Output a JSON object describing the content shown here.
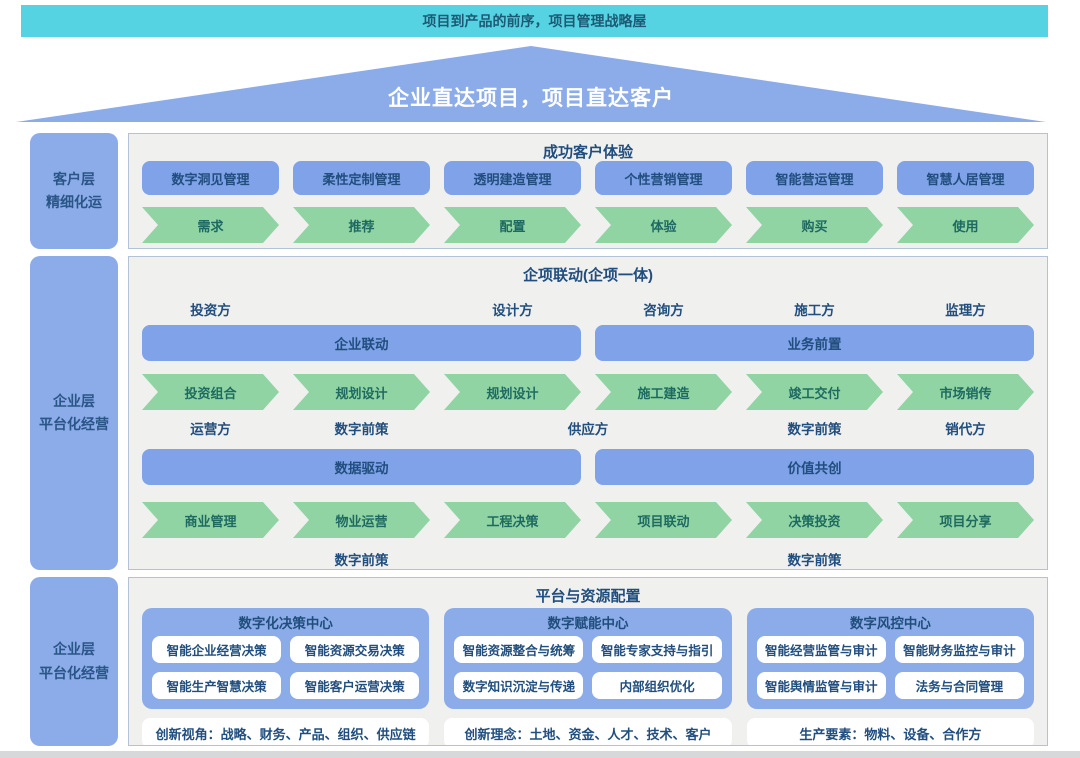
{
  "banner": {
    "text": "项目到产品的前序，项目管理战略屋"
  },
  "roof": {
    "text": "企业直达项目，项目直达客户"
  },
  "sidebar": {
    "items": [
      {
        "line1": "客户层",
        "line2": "精细化运"
      },
      {
        "line1": "企业层",
        "line2": "平台化经营"
      },
      {
        "line1": "企业层",
        "line2": "平台化经营"
      }
    ]
  },
  "section1": {
    "title": "成功客户体验",
    "buttons": [
      "数字洞见管理",
      "柔性定制管理",
      "透明建造管理",
      "个性营销管理",
      "智能营运管理",
      "智慧人居管理"
    ],
    "arrows": [
      "需求",
      "推荐",
      "配置",
      "体验",
      "购买",
      "使用"
    ]
  },
  "section2": {
    "title": "企项联动(企项一体)",
    "row1_labels": {
      "c1": "投资方",
      "c3": "设计方",
      "c4": "咨询方",
      "c5": "施工方",
      "c6": "监理方"
    },
    "bars1": {
      "left": "企业联动",
      "right": "业务前置"
    },
    "arrows1": [
      "投资组合",
      "规划设计",
      "规划设计",
      "施工建造",
      "竣工交付",
      "市场销传"
    ],
    "row2_labels": {
      "c1": "运营方",
      "c2": "数字前策",
      "center": "供应方",
      "c5": "数字前策",
      "c6": "销代方"
    },
    "bars2": {
      "left": "数据驱动",
      "right": "价值共创"
    },
    "arrows2": [
      "商业管理",
      "物业运营",
      "工程决策",
      "项目联动",
      "决策投资",
      "项目分享"
    ],
    "row3_labels": {
      "c2": "数字前策",
      "c5": "数字前策"
    }
  },
  "section3": {
    "title": "平台与资源配置",
    "centers": [
      {
        "title": "数字化决策中心",
        "items": [
          "智能企业经营决策",
          "智能资源交易决策",
          "智能生产智慧决策",
          "智能客户运营决策"
        ],
        "caption": "创新视角：战略、财务、产品、组织、供应链"
      },
      {
        "title": "数字赋能中心",
        "items": [
          "智能资源整合与统筹",
          "智能专家支持与指引",
          "数字知识沉淀与传递",
          "内部组织优化"
        ],
        "caption": "创新理念：土地、资金、人才、技术、客户"
      },
      {
        "title": "数字风控中心",
        "items": [
          "智能经营监管与审计",
          "智能财务监控与审计",
          "智能舆情监管与审计",
          "法务与合同管理"
        ],
        "caption": "生产要素：物料、设备、合作方"
      }
    ]
  },
  "colors": {
    "banner_bg": "#55d3e3",
    "roof_bg": "#8cabe9",
    "blue_shape": "#7fa2e8",
    "green_arrow": "#90d4a4",
    "panel_bg": "#8cabe9",
    "section_bg": "#f0f0ee",
    "navy_text": "#214e7e",
    "arrow_text": "#1e6a61"
  }
}
